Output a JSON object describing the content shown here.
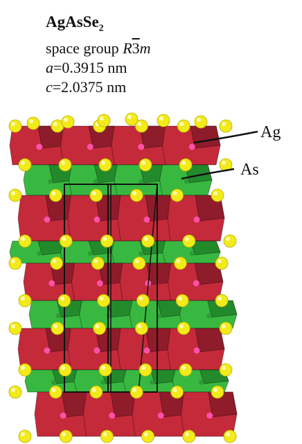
{
  "caption": {
    "formula_base": "AgAsSe",
    "formula_sub": "2",
    "space_group_prefix": "space group ",
    "space_group_symbol": {
      "letter": "R",
      "bar_digit": "3",
      "suffix": "m"
    },
    "a_symbol": "a",
    "a_value": "=0.3915 nm",
    "c_symbol": "c",
    "c_value": "=2.0375 nm"
  },
  "labels": {
    "ag": "Ag",
    "as": "As"
  },
  "colors": {
    "ag_layer": "#c42a3a",
    "ag_layer_dark": "#8f1c2a",
    "as_layer": "#38b840",
    "as_layer_dark": "#238a2c",
    "se_atom": "#f2ea1a",
    "ag_atom": "#ff4fa8",
    "unit_cell": "#111111"
  }
}
